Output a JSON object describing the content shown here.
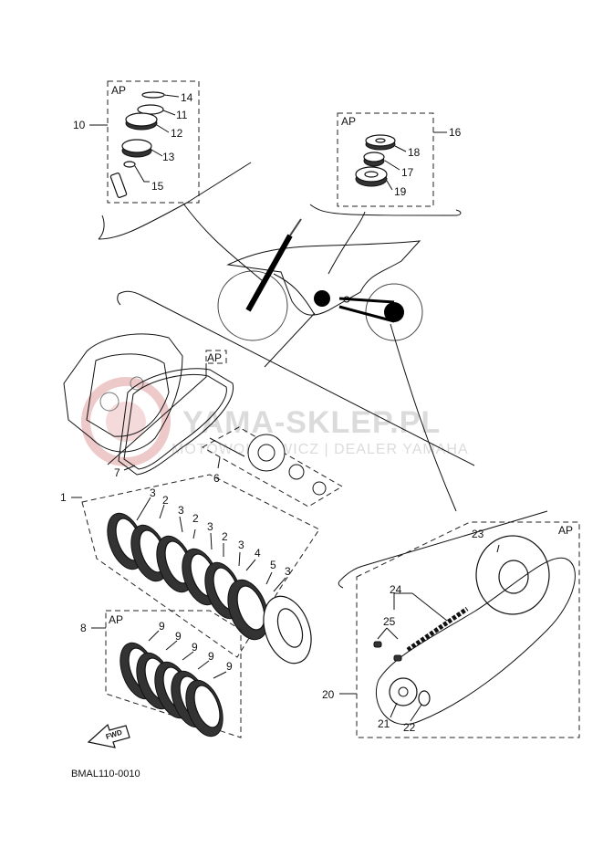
{
  "diagram": {
    "code": "BMAL110-0010",
    "watermark": {
      "title": "YAMA-SKLEP.PL",
      "subtitle": "MOTOWOLNOWICZ | DEALER YAMAHA"
    },
    "fwd_label": "FWD",
    "assembly_tag": "AP",
    "callouts": {
      "c1": "1",
      "c2": "2",
      "c3": "3",
      "c4": "4",
      "c5": "5",
      "c6": "6",
      "c7": "7",
      "c8": "8",
      "c9": "9",
      "c10": "10",
      "c11": "11",
      "c12": "12",
      "c13": "13",
      "c14": "14",
      "c15": "15",
      "c16": "16",
      "c17": "17",
      "c18": "18",
      "c19": "19",
      "c20": "20",
      "c21": "21",
      "c22": "22",
      "c23": "23",
      "c24": "24",
      "c25": "25"
    },
    "colors": {
      "line": "#111111",
      "watermark": "#d8d8d8",
      "watermark_logo": "#e8b0b0"
    }
  }
}
